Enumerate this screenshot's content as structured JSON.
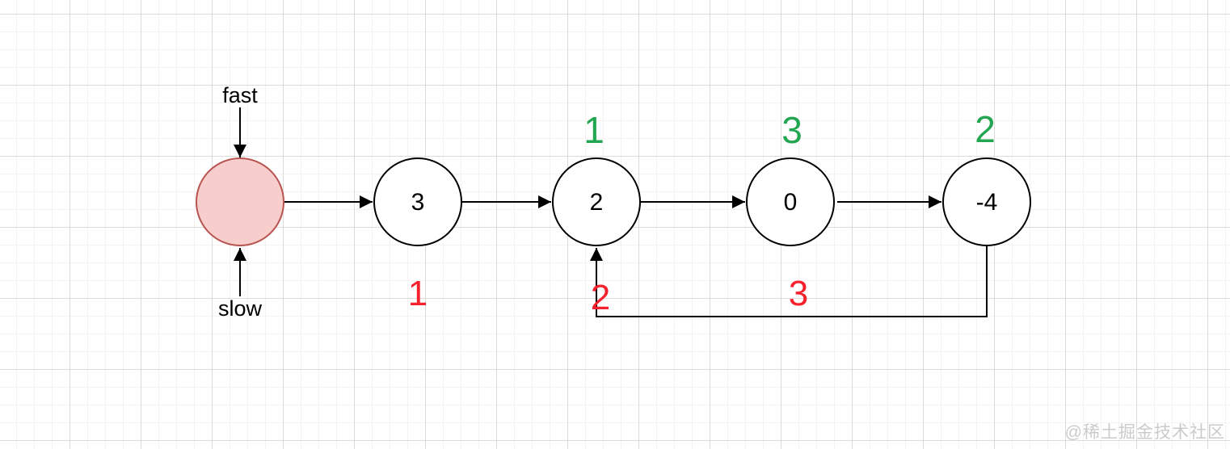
{
  "diagram_type": "linked-list-cycle",
  "pointers": {
    "fast": "fast",
    "slow": "slow"
  },
  "nodes": [
    {
      "id": "head",
      "value": ""
    },
    {
      "id": "node-3",
      "value": "3"
    },
    {
      "id": "node-2",
      "value": "2"
    },
    {
      "id": "node-0",
      "value": "0"
    },
    {
      "id": "node-neg4",
      "value": "-4"
    }
  ],
  "steps": {
    "green": [
      "1",
      "3",
      "2"
    ],
    "red": [
      "1",
      "2",
      "3"
    ]
  },
  "watermark": {
    "text": "@稀土掘金技术社区"
  },
  "colors": {
    "green": "#23a652",
    "red": "#f5222d",
    "head_fill": "#f8cecc",
    "head_stroke": "#b85450",
    "node_fill": "#ffffff",
    "node_stroke": "#000000",
    "edge": "#000000"
  }
}
